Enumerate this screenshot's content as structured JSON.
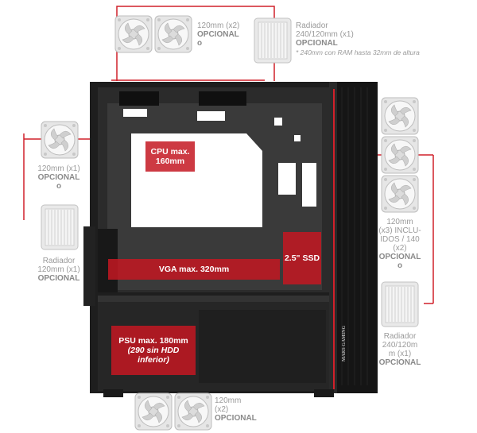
{
  "colors": {
    "accent": "#c41822",
    "case": "#1f1f1f",
    "line": "#d1202a",
    "label": "#9a9a9a"
  },
  "labels": {
    "top_fans": {
      "line1": "120mm (x2)",
      "line2": "OPCIONAL",
      "line3": "o"
    },
    "top_radiator": {
      "line1": "Radiador",
      "line2": "240/120mm (x1)",
      "line3": "OPCIONAL",
      "note": "* 240mm con RAM hasta 32mm de altura"
    },
    "rear_fan": {
      "line1": "120mm (x1)",
      "line2": "OPCIONAL",
      "line3": "o"
    },
    "rear_radiator": {
      "line1": "Radiador",
      "line2": "120mm (x1)",
      "line3": "OPCIONAL"
    },
    "front_fans": {
      "line1": "120mm",
      "line2": "(x3) INCLU-",
      "line3": "IDOS / 140",
      "line4": "(x2)",
      "line5": "OPCIONAL",
      "line6": "o"
    },
    "front_radiator": {
      "line1": "Radiador",
      "line2": "240/120m",
      "line3": "m (x1)",
      "line4": "OPCIONAL"
    },
    "bottom_fans": {
      "line1": "120mm",
      "line2": "(x2)",
      "line3": "OPCIONAL"
    }
  },
  "overlays": {
    "cpu": {
      "line1": "CPU max.",
      "line2": "160mm"
    },
    "vga": "VGA max. 320mm",
    "ssd": "2.5\" SSD",
    "psu": {
      "line1": "PSU max. 180mm",
      "line2": "(290 sin HDD",
      "line3": "inferior)"
    }
  },
  "brand": "MARS GAMING"
}
